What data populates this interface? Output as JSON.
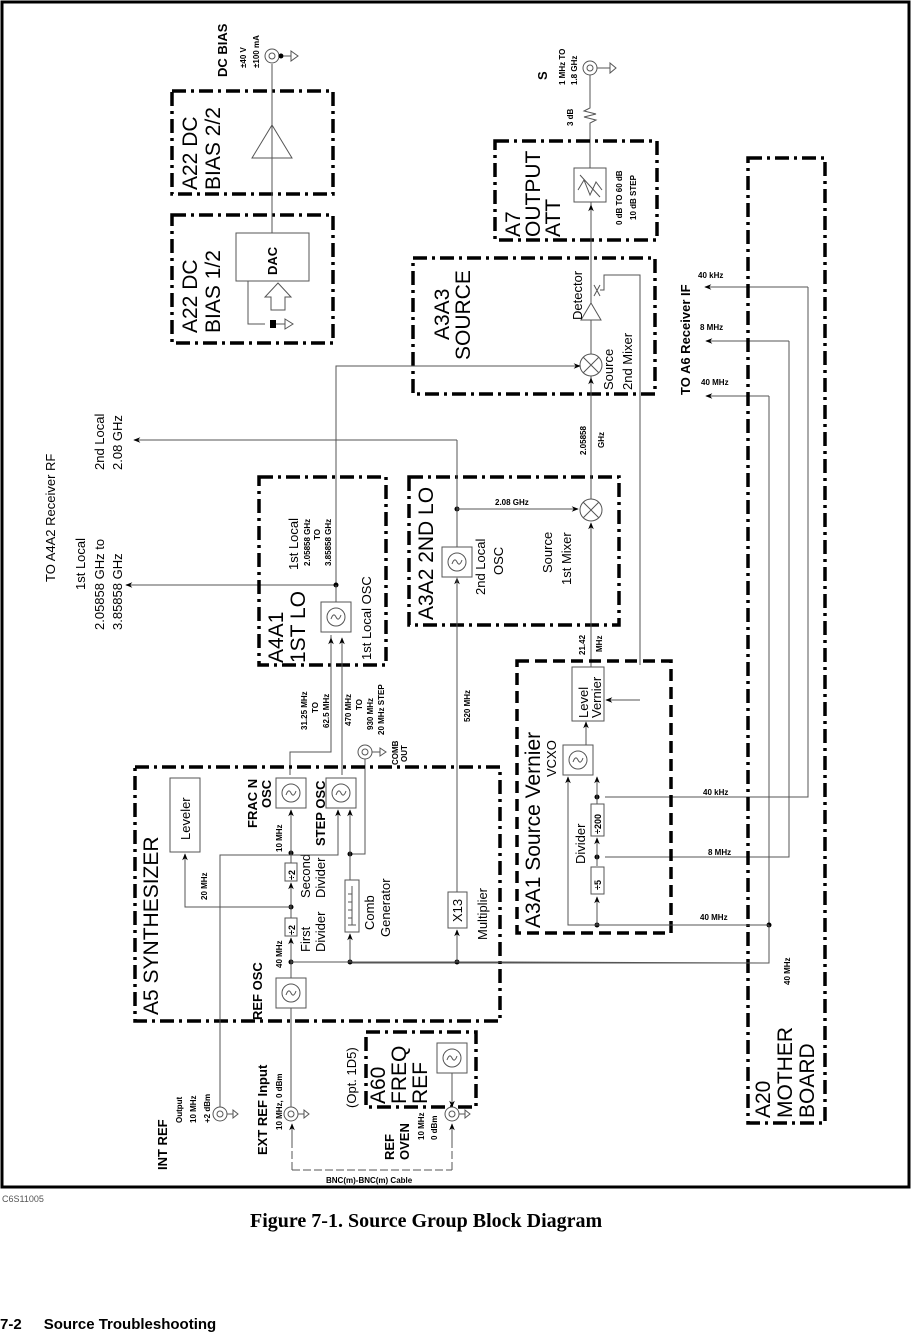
{
  "figure": {
    "code": "C6S11005",
    "caption": "Figure 7-1. Source Group Block Diagram"
  },
  "footer": {
    "page_number": "7-2",
    "section": "Source Troubleshooting"
  },
  "blocks": {
    "a22_bias_2": {
      "line1": "A22 DC",
      "line2": "BIAS 2/2"
    },
    "a22_bias_1": {
      "line1": "A22 DC",
      "line2": "BIAS 1/2",
      "dac": "DAC"
    },
    "a3a3": {
      "line1": "A3A3",
      "line2": "SOURCE",
      "detector": "Detector",
      "mixer1": "Source",
      "mixer2": "2nd Mixer"
    },
    "a7": {
      "line1": "A7",
      "line2": "OUTPUT",
      "line3": "ATT",
      "range": "0 dB TO 60 dB",
      "step": "10 dB STEP"
    },
    "a4a1": {
      "line1": "A4A1",
      "line2": "1ST LO",
      "osc": "1st Local OSC",
      "out1": "1st Local",
      "out2": "2.05858 GHz",
      "out3": "TO",
      "out4": "3.85858 GHz"
    },
    "a3a2": {
      "title": "A3A2 2ND LO",
      "osc1": "2nd Local",
      "osc2": "OSC",
      "mix1": "Source",
      "mix2": "1st Mixer",
      "freq": "2.08 GHz"
    },
    "a3a1": {
      "title": "A3A1 Source Vernier",
      "vcxo": "VCXO",
      "level1": "Level",
      "level2": "Vernier",
      "divider": "Divider",
      "div200": "÷200",
      "div5": "÷5"
    },
    "a5": {
      "title": "A5 SYNTHESIZER",
      "leveler": "Leveler",
      "fracn1": "FRAC N",
      "fracn2": "OSC",
      "step": "STEP OSC",
      "ref": "REF OSC",
      "second1": "Second",
      "second2": "Divider",
      "first1": "First",
      "first2": "Divider",
      "div2": "÷2",
      "comb1": "Comb",
      "comb2": "Generator",
      "mult": "X13",
      "mult_label": "Multiplier",
      "f20": "20 MHz",
      "f10": "10 MHz",
      "f40": "40 MHz"
    },
    "a60": {
      "opt": "(Opt. 1D5)",
      "line1": "A60",
      "line2": "FREQ",
      "line3": "REF"
    },
    "a20": {
      "line1": "A20",
      "line2": "MOTHER",
      "line3": "BOARD",
      "f40": "40 MHz"
    }
  },
  "signals": {
    "dc_bias": {
      "name": "DC BIAS",
      "v": "±40 V",
      "i": "±100 mA"
    },
    "s_port": {
      "name": "S",
      "l1": "1 MHz TO",
      "l2": "1.8 GHz",
      "pad": "3 dB"
    },
    "to_a6": {
      "title": "TO A6 Receiver IF",
      "f1": "40 kHz",
      "f2": "8 MHz",
      "f3": "40 MHz"
    },
    "to_a4a2": {
      "title": "TO A4A2 Receiver RF",
      "lo1a": "1st Local",
      "lo1b": "2.05858 GHz to",
      "lo1c": "3.85858 GHz",
      "lo2a": "2nd Local",
      "lo2b": "2.08 GHz"
    },
    "mix_out": {
      "l1": "2.05858",
      "l2": "GHz"
    },
    "vernier_out": {
      "l1": "21.42",
      "l2": "MHz"
    },
    "fracn_out": {
      "l1": "31.25 MHz",
      "l2": "TO",
      "l3": "62.5 MHz"
    },
    "step_out": {
      "l1": "470 MHz",
      "l2": "TO",
      "l3": "930 MHz",
      "l4": "20 MHz STEP"
    },
    "comb_out": {
      "l1": "COMB",
      "l2": "OUT"
    },
    "mult_out": "520 MHz",
    "vernier_bus": {
      "f1": "40 kHz",
      "f2": "8 MHz",
      "f3": "40 MHz"
    },
    "int_ref": {
      "l1": "INT REF",
      "l2": "Output",
      "l3": "10 MHz",
      "l4": "+2 dBm"
    },
    "ext_ref": {
      "l1": "EXT REF Input",
      "l2": "10 MHz, 0 dBm"
    },
    "ref_oven": {
      "l1": "REF",
      "l2": "OVEN",
      "l3": "10 MHz",
      "l4": "0 dBm"
    },
    "cable": "BNC(m)-BNC(m) Cable"
  }
}
